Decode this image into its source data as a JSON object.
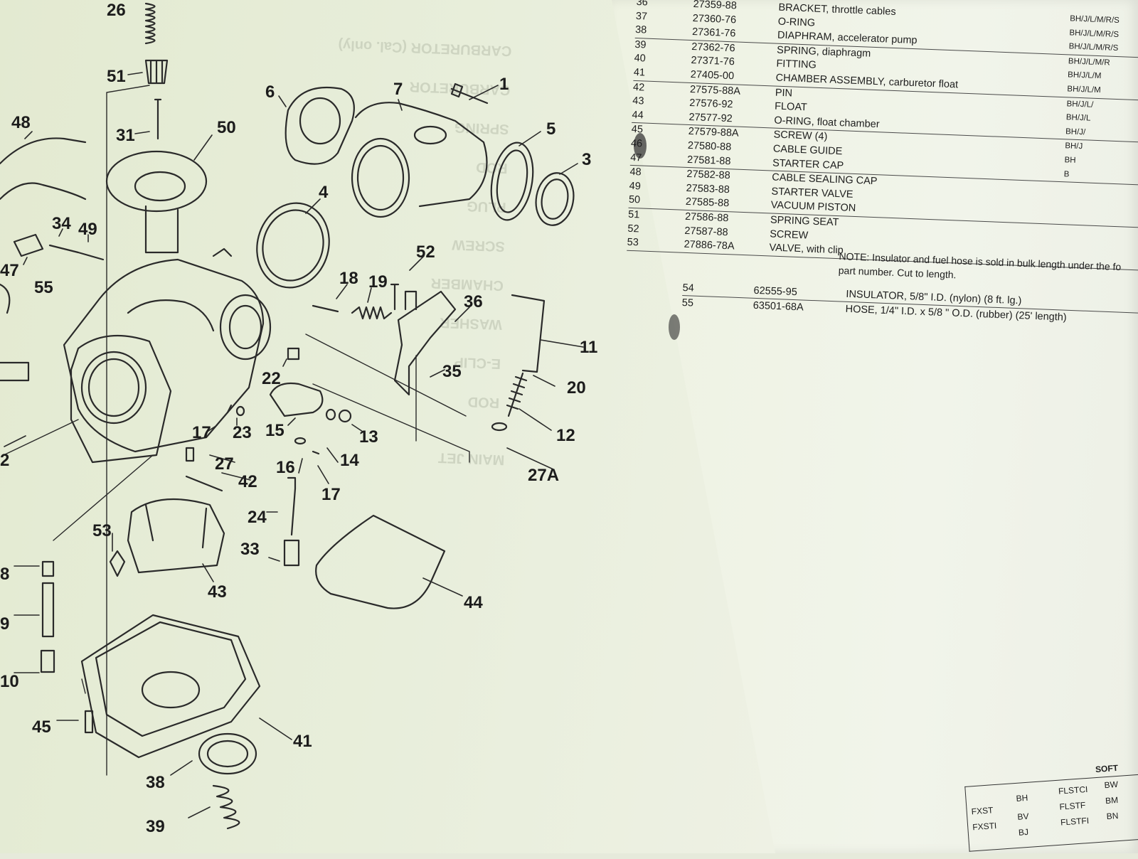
{
  "diagram": {
    "callouts": [
      "26",
      "51",
      "31",
      "48",
      "50",
      "6",
      "7",
      "1",
      "5",
      "3",
      "4",
      "34",
      "49",
      "47",
      "55",
      "52",
      "18",
      "19",
      "36",
      "11",
      "20",
      "22",
      "35",
      "17",
      "23",
      "15",
      "13",
      "12",
      "14",
      "27",
      "16",
      "27A",
      "42",
      "17",
      "53",
      "24",
      "33",
      "43",
      "44",
      "2",
      "8",
      "9",
      "10",
      "45",
      "41",
      "38",
      "39"
    ],
    "ghost_text": [
      "MAIN JET",
      "ROD",
      "E-CLIP",
      "WASHER",
      "CHAMBER",
      "SCREW",
      "PLUG",
      "ROD",
      "SPRING",
      "CARBURETOR",
      "CARBURETOR (Cal. only)"
    ]
  },
  "parts": [
    {
      "ref": "36",
      "part": "27359-88",
      "desc": "BRACKET, throttle cables",
      "models": "BH/J/L/M/R/S"
    },
    {
      "ref": "37",
      "part": "27360-76",
      "desc": "O-RING",
      "models": "BH/J/L/M/R/S"
    },
    {
      "ref": "38",
      "part": "27361-76",
      "desc": "DIAPHRAM, accelerator pump",
      "models": "BH/J/L/M/R/S"
    },
    {
      "ref": "39",
      "part": "27362-76",
      "desc": "SPRING, diaphragm",
      "models": "BH/J/L/M/R"
    },
    {
      "ref": "40",
      "part": "27371-76",
      "desc": "FITTING",
      "models": "BH/J/L/M"
    },
    {
      "ref": "41",
      "part": "27405-00",
      "desc": "CHAMBER ASSEMBLY, carburetor float",
      "models": "BH/J/L/M"
    },
    {
      "ref": "42",
      "part": "27575-88A",
      "desc": "PIN",
      "models": "BH/J/L/"
    },
    {
      "ref": "43",
      "part": "27576-92",
      "desc": "FLOAT",
      "models": "BH/J/L"
    },
    {
      "ref": "44",
      "part": "27577-92",
      "desc": "O-RING, float chamber",
      "models": "BH/J/"
    },
    {
      "ref": "45",
      "part": "27579-88A",
      "desc": "SCREW (4)",
      "models": "BH/J"
    },
    {
      "ref": "46",
      "part": "27580-88",
      "desc": "CABLE GUIDE",
      "models": "BH"
    },
    {
      "ref": "47",
      "part": "27581-88",
      "desc": "STARTER CAP",
      "models": "B"
    },
    {
      "ref": "48",
      "part": "27582-88",
      "desc": "CABLE SEALING CAP",
      "models": ""
    },
    {
      "ref": "49",
      "part": "27583-88",
      "desc": "STARTER VALVE",
      "models": ""
    },
    {
      "ref": "50",
      "part": "27585-88",
      "desc": "VACUUM PISTON",
      "models": ""
    },
    {
      "ref": "51",
      "part": "27586-88",
      "desc": "SPRING SEAT",
      "models": ""
    },
    {
      "ref": "52",
      "part": "27587-88",
      "desc": "SCREW",
      "models": ""
    },
    {
      "ref": "53",
      "part": "27886-78A",
      "desc": "VALVE, with clip",
      "models": ""
    }
  ],
  "note": {
    "line1": "NOTE: Insulator and fuel hose is sold in bulk length under the fo",
    "line2": "part number. Cut to length."
  },
  "bulk_parts": [
    {
      "ref": "54",
      "part": "62555-95",
      "desc": "INSULATOR, 5/8\" I.D. (nylon) (8 ft. lg.)"
    },
    {
      "ref": "55",
      "part": "63501-68A",
      "desc": "HOSE, 1/4\" I.D. x 5/8 \" O.D. (rubber) (25' length)"
    }
  ],
  "model_table": {
    "heading": "SOFT",
    "rows": [
      {
        "model": "FXST",
        "code": "BH",
        "model2": "FLSTCI",
        "code2": "BW"
      },
      {
        "model": "FXSTI",
        "code": "BV",
        "model2": "FLSTF",
        "code2": "BM"
      },
      {
        "model": "",
        "code": "BJ",
        "model2": "FLSTFI",
        "code2": "BN"
      }
    ]
  },
  "colors": {
    "paper_left": "#e6ecd6",
    "paper_right": "#f0f3e8",
    "ink": "#1c1c1c",
    "line_art": "#2a2a2a"
  }
}
